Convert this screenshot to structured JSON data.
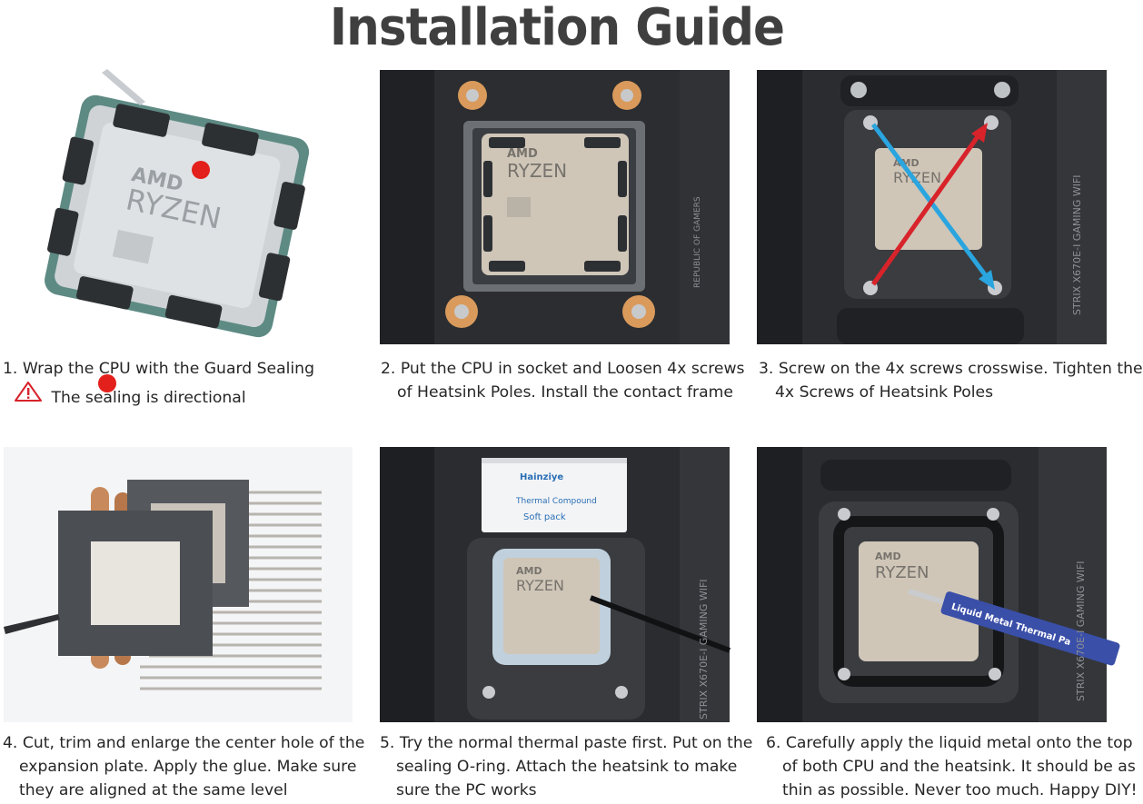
{
  "title": "Installation Guide",
  "steps": [
    {
      "caption_lines": [
        "1. Wrap the CPU with the Guard Sealing"
      ],
      "warning": "The sealing is directional",
      "photo_text": {
        "brand": "AMD",
        "model": "RYZEN"
      }
    },
    {
      "caption_lines": [
        "2. Put the CPU in socket and Loosen 4x screws",
        "of Heatsink Poles. Install the contact frame"
      ],
      "photo_text": {
        "brand": "AMD",
        "model": "RYZEN",
        "board": "REPUBLIC OF GAMERS"
      }
    },
    {
      "caption_lines": [
        "3. Screw on the 4x screws crosswise. Tighten the",
        "4x Screws of Heatsink Poles"
      ],
      "photo_text": {
        "brand": "AMD",
        "model": "RYZEN",
        "board": "STRIX X670E-I GAMING WIFI"
      }
    },
    {
      "caption_lines": [
        "4. Cut, trim and enlarge the center hole of the",
        "expansion plate. Apply the glue. Make sure",
        "they are aligned at the same level"
      ]
    },
    {
      "caption_lines": [
        "5. Try the normal thermal paste first. Put on the",
        "sealing O-ring. Attach the heatsink to make",
        "sure the PC works"
      ],
      "photo_text": {
        "sachet_brand": "Hainziye",
        "sachet_line1": "Thermal Compound",
        "sachet_line2": "Soft pack",
        "brand": "AMD",
        "model": "RYZEN",
        "board": "STRIX X670E-I GAMING WIFI"
      }
    },
    {
      "caption_lines": [
        "6. Carefully apply the liquid metal onto the top",
        "of both CPU and the heatsink. It should be as",
        "thin as possible. Never too much. Happy DIY!"
      ],
      "photo_text": {
        "brand": "AMD",
        "model": "RYZEN",
        "syringe": "Liquid Metal Thermal Pa",
        "board": "STRIX X670E-I GAMING WIFI"
      }
    }
  ],
  "colors": {
    "title": "#3f3f3f",
    "marker_red": "#e3201b",
    "arrow_red": "#d8232a",
    "arrow_blue": "#2aa5df",
    "warning_red": "#d8232a",
    "board_dark": "#2b2d30",
    "carbon": "#3a3c40"
  }
}
